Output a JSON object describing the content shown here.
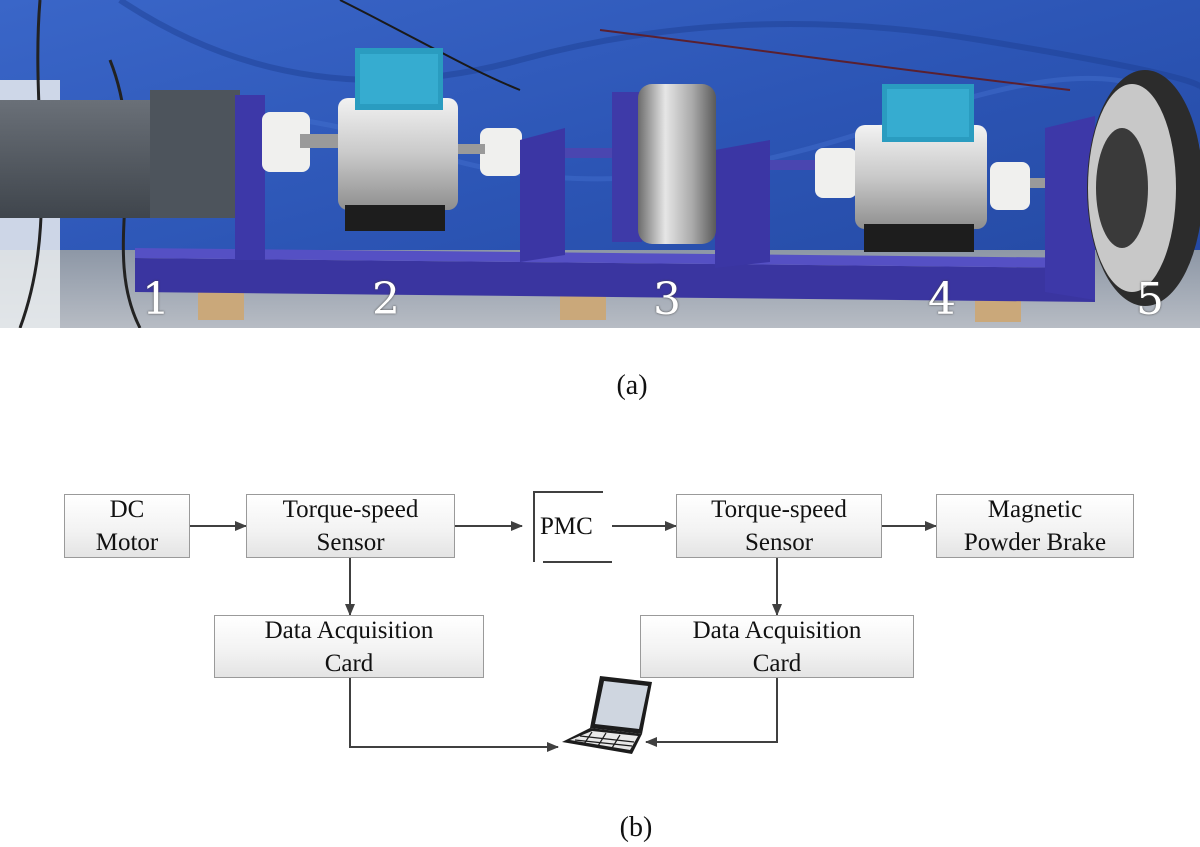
{
  "panel_a": {
    "caption": "(a)",
    "component_numbers": [
      "1",
      "2",
      "3",
      "4",
      "5"
    ]
  },
  "panel_b": {
    "caption": "(b)",
    "boxes": {
      "dc_motor": [
        "DC",
        "Motor"
      ],
      "sensor_left": [
        "Torque-speed",
        "Sensor"
      ],
      "pmc": "PMC",
      "sensor_right": [
        "Torque-speed",
        "Sensor"
      ],
      "brake": [
        "Magnetic",
        "Powder Brake"
      ],
      "daq_left": [
        "Data Acquisition",
        "Card"
      ],
      "daq_right": [
        "Data Acquisition",
        "Card"
      ]
    },
    "computer_icon": "laptop-icon"
  },
  "colors": {
    "backdrop_blue": "#2d58b8",
    "rig_base_purple": "#3a35a0",
    "sensor_head_teal": "#2a9cc0",
    "box_border": "#9a9a9a",
    "arrow": "#404040"
  }
}
